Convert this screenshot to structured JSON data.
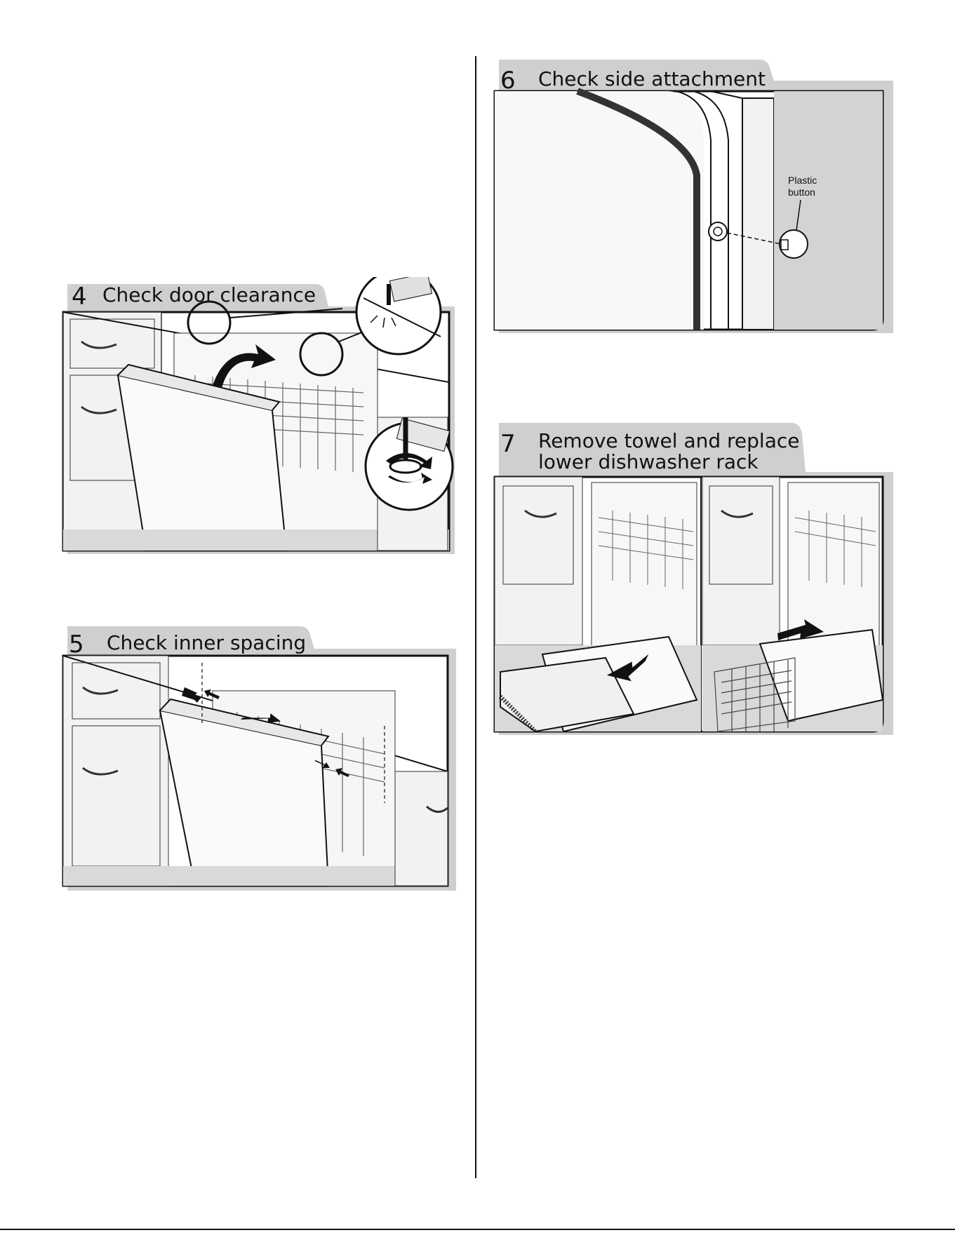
{
  "steps": [
    {
      "number": "4",
      "title": "Check door clearance"
    },
    {
      "number": "5",
      "title": "Check inner spacing"
    },
    {
      "number": "6",
      "title": "Check side attachment",
      "callout_line1": "Plastic",
      "callout_line2": "button"
    },
    {
      "number": "7",
      "title_line1": "Remove towel and replace",
      "title_line2": "lower dishwasher rack"
    }
  ],
  "icons": [
    "rotate-arrows-icon",
    "arrow-icon",
    "magnifier-circle-icon"
  ]
}
